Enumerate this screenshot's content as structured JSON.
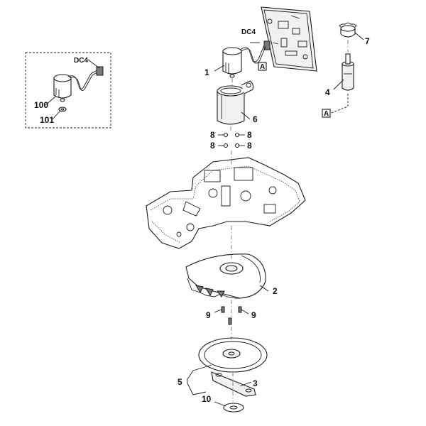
{
  "labels": {
    "l1": "1",
    "l2": "2",
    "l3": "3",
    "l4": "4",
    "l5": "5",
    "l6": "6",
    "l7": "7",
    "l8a": "8",
    "l8b": "8",
    "l8c": "8",
    "l8d": "8",
    "l9a": "9",
    "l9b": "9",
    "l10": "10",
    "l100": "100",
    "l101": "101",
    "dc4_main": "DC4",
    "dc4_box": "DC4",
    "ref_a1": "A",
    "ref_a2": "A"
  }
}
